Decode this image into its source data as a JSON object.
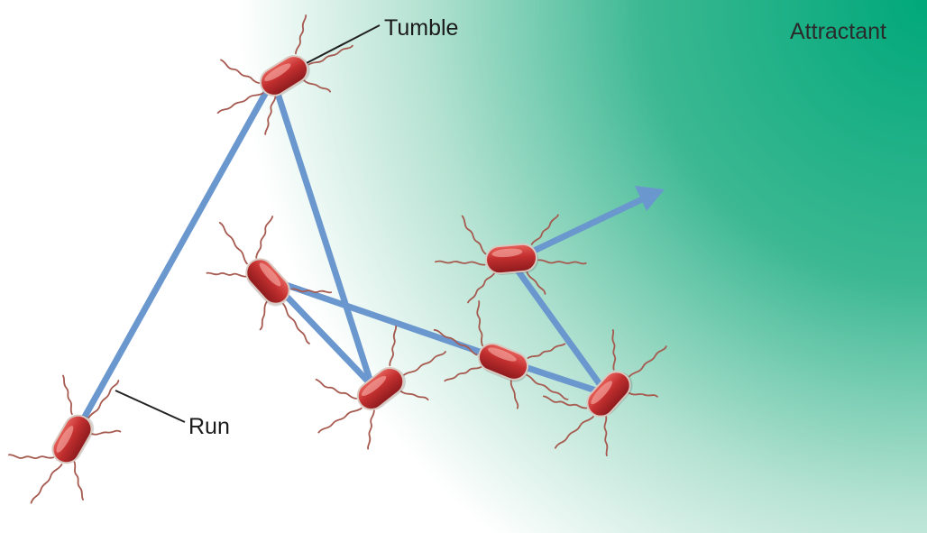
{
  "labels": {
    "tumble": "Tumble",
    "run": "Run",
    "attractant": "Attractant"
  },
  "colors": {
    "path": "#6b97cf",
    "cell_body": "#b3262a",
    "cell_highlight": "#e8605a",
    "flagella": "#a65a50",
    "gradient_strong": "#00a87a",
    "gradient_weak": "#ffffff",
    "leader_line": "#222222"
  },
  "icons": {
    "cell": "bacterium-icon",
    "direction": "arrow-head-icon"
  }
}
